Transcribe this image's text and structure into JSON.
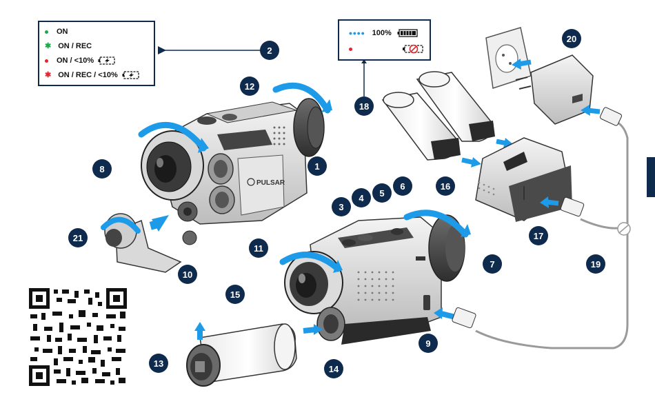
{
  "legend_indicator": {
    "items": [
      {
        "label": "ON",
        "marker": "dot",
        "color": "#1aa84a"
      },
      {
        "label": "ON / REC",
        "marker": "star",
        "color": "#1aa84a"
      },
      {
        "label": "ON / <10%",
        "marker": "dot",
        "color": "#e0262e",
        "icon": "battery-charging-icon"
      },
      {
        "label": "ON / REC / <10%",
        "marker": "star",
        "color": "#e0262e",
        "icon": "battery-charging-icon"
      }
    ]
  },
  "legend_battery": {
    "items": [
      {
        "label": "100%",
        "marker": "four-dots",
        "color": "#1e9be8",
        "icon": "battery-full-icon"
      },
      {
        "label": "",
        "marker": "dot",
        "color": "#e0262e",
        "icon": "battery-prohibited-icon"
      }
    ]
  },
  "callouts": [
    "1",
    "2",
    "3",
    "4",
    "5",
    "6",
    "7",
    "8",
    "9",
    "10",
    "11",
    "12",
    "13",
    "14",
    "15",
    "16",
    "17",
    "18",
    "19",
    "20",
    "21"
  ],
  "brand_text": "PULSAR",
  "accent_color": "#0e2a4c",
  "arrow_color": "#1e9be8"
}
